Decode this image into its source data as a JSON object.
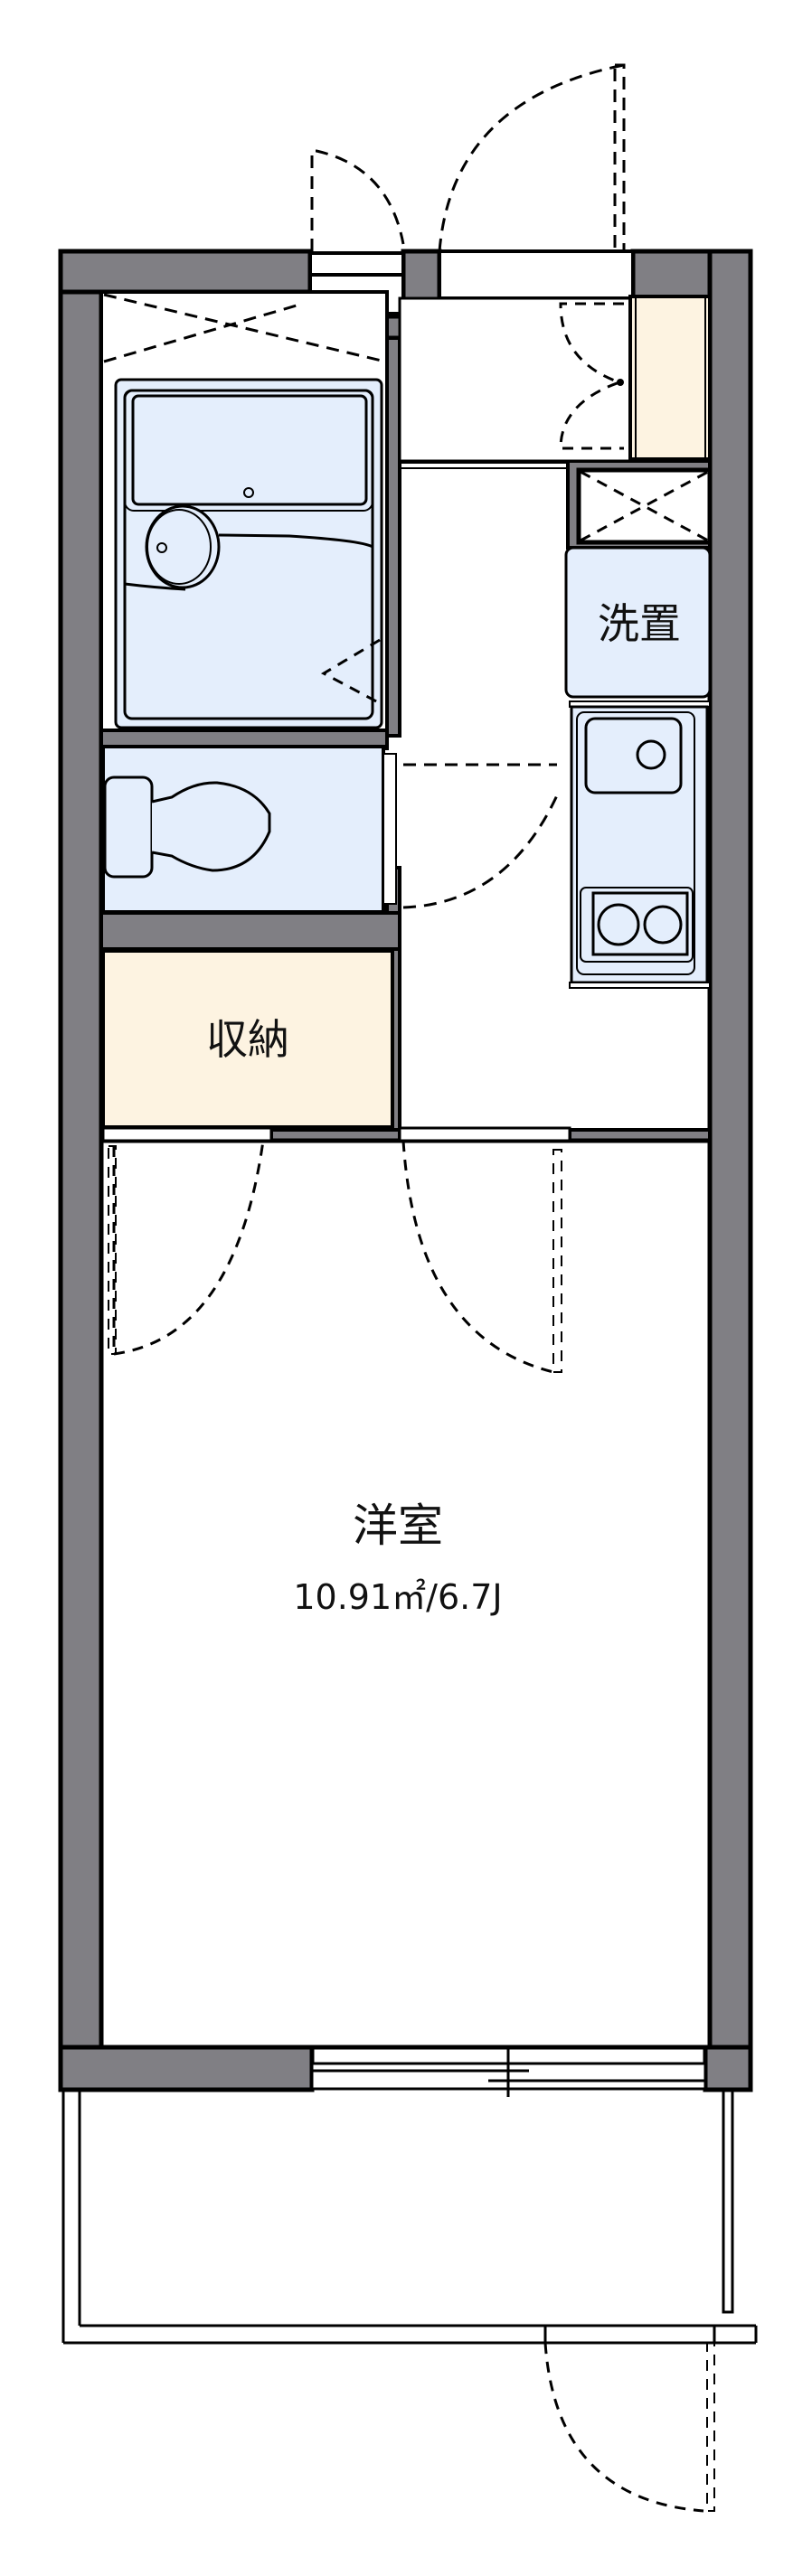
{
  "floorplan": {
    "rooms": {
      "western_room": {
        "name": "洋室",
        "area": "10.91㎡/6.7J"
      },
      "storage": {
        "name": "収納"
      },
      "washer_space": {
        "name": "洗置"
      }
    },
    "fixtures": [
      "unit-bath",
      "toilet",
      "kitchen-sink",
      "two-burner-stove",
      "shoe-closet",
      "storage-cabinet",
      "washer-space",
      "balcony"
    ]
  },
  "colors": {
    "wall": "#807f84",
    "wall_outline": "#000000",
    "wet_area": "#e4eefc",
    "storage_fill": "#fdf3e1",
    "background": "#ffffff"
  }
}
